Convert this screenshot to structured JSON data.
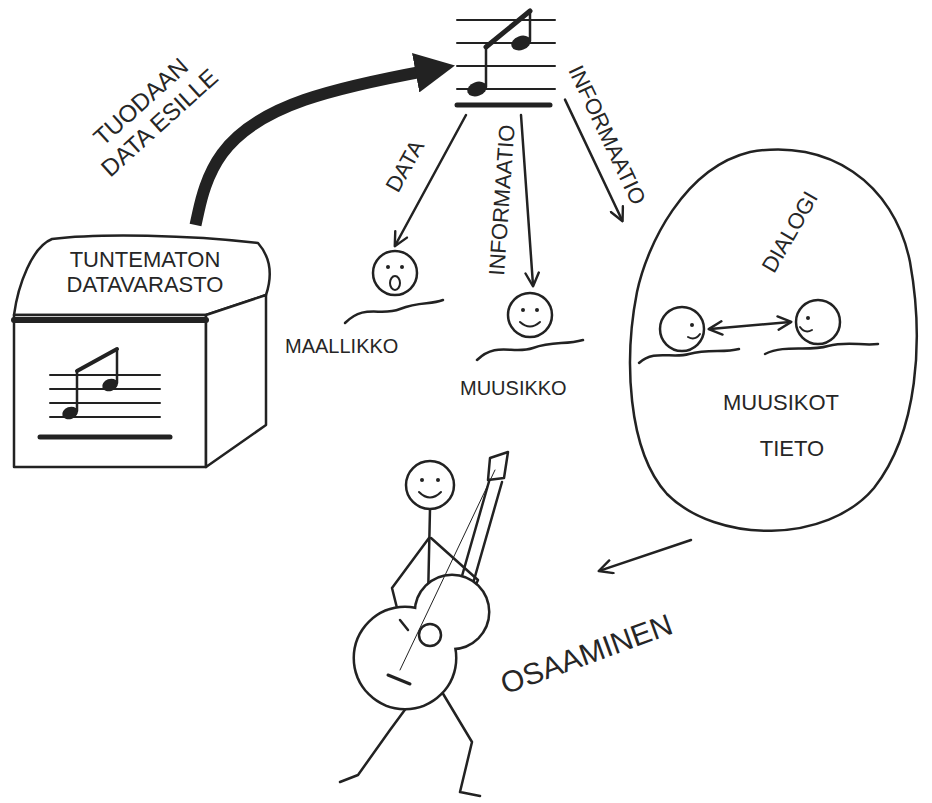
{
  "diagram": {
    "nodes": [
      {
        "text": [
          "TUNTEMATON DATAVARASTO"
        ]
      },
      {
        "text": []
      },
      {
        "text": [
          "MAALLIKKO"
        ]
      },
      {
        "text": [
          "MUUSIKKO"
        ]
      },
      {
        "text": [
          "MUUSIKOT",
          "TIETO"
        ]
      },
      {
        "text": [],
        "in": 4
      },
      {
        "text": [],
        "in": 4
      },
      {
        "text": [
          "OSAAMINEN"
        ]
      }
    ],
    "edges": [
      {
        "from": 0,
        "to": 1,
        "label": "TUODAAN DATA ESILLE",
        "arrow": "to"
      },
      {
        "from": 1,
        "to": 2,
        "label": "DATA",
        "arrow": "to"
      },
      {
        "from": 1,
        "to": 3,
        "label": "INFORMAATIO",
        "arrow": "to"
      },
      {
        "from": 1,
        "to": 4,
        "label": "INFORMAATIO",
        "arrow": "to"
      },
      {
        "from": 5,
        "to": 6,
        "label": "DIALOGI",
        "arrow": "both"
      },
      {
        "from": 4,
        "to": 7,
        "arrow": "to"
      }
    ]
  }
}
